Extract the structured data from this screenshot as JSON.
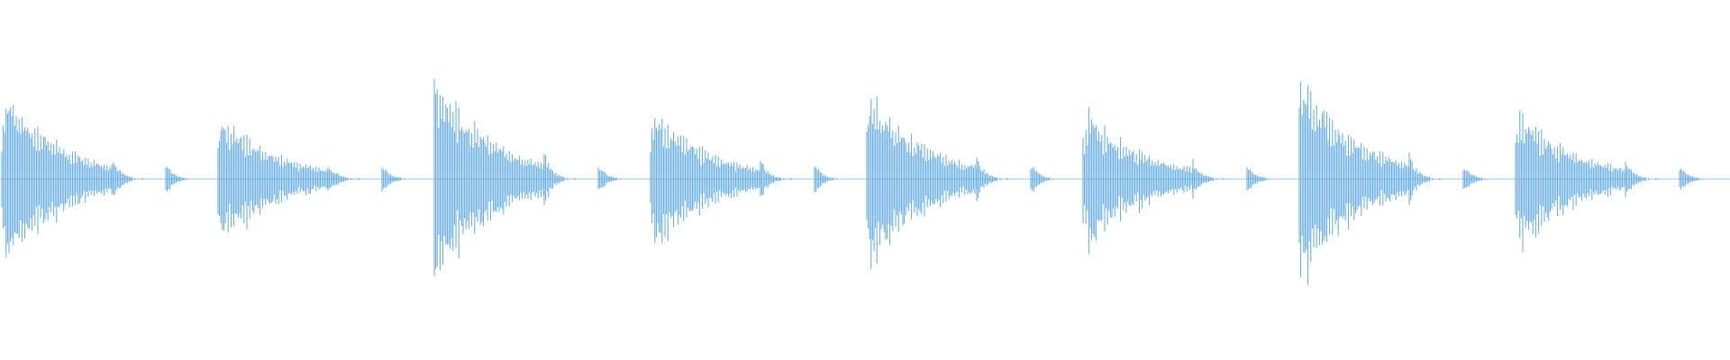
{
  "waveform": {
    "color": "#5ca8e2",
    "background": "#ffffff",
    "hit_count": 8,
    "hit_amplitudes": [
      0.78,
      0.56,
      0.88,
      0.6,
      0.74,
      0.6,
      0.86,
      0.6
    ],
    "pattern_repeats": 2
  }
}
